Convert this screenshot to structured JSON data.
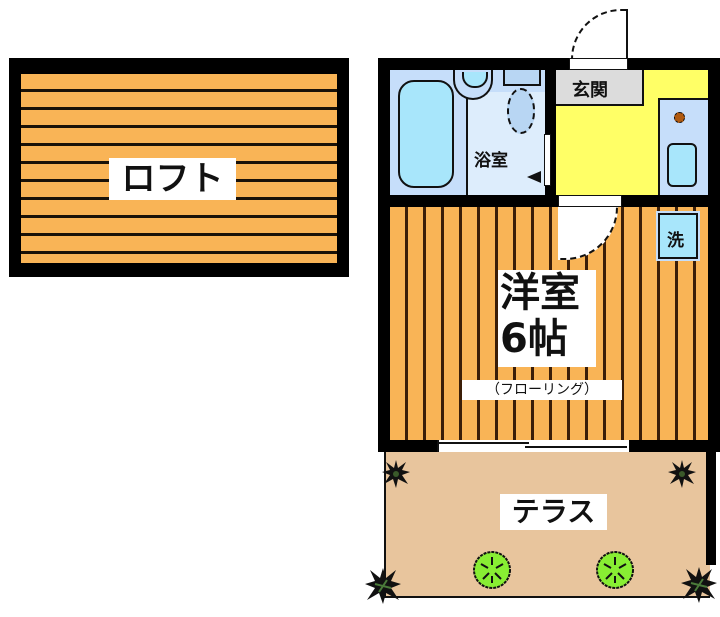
{
  "floor_plan": {
    "rooms": {
      "loft": {
        "label": "ロフト"
      },
      "bathroom": {
        "label": "浴室"
      },
      "entrance": {
        "label": "玄関"
      },
      "western_room": {
        "label_line1": "洋室",
        "label_line2": "6帖",
        "flooring": "（フローリング）"
      },
      "washer": {
        "label": "洗"
      },
      "terrace": {
        "label": "テラス"
      }
    },
    "colors": {
      "wall": "#000000",
      "wood_floor": "#f9b456",
      "bath": "#c6defa",
      "entrance_floor": "#ffff66",
      "entrance_label_bg": "#dcdcdc",
      "terrace": "#e8c59d",
      "tree": "#88ee33"
    }
  }
}
